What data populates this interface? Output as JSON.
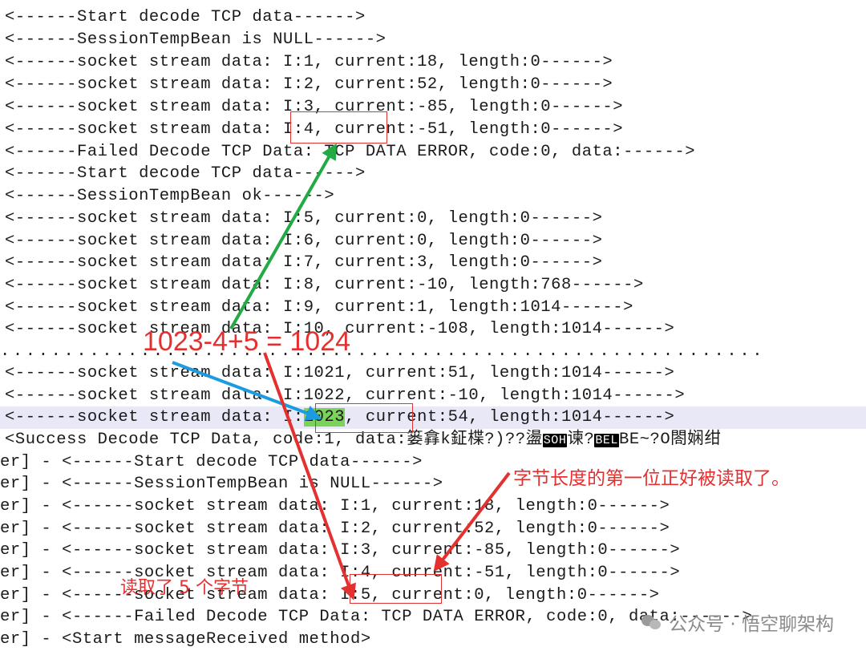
{
  "log_lines": [
    "<------Start decode TCP data------>",
    "<------SessionTempBean is NULL------>",
    "<------socket stream data: I:1, current:18, length:0------>",
    "<------socket stream data: I:2, current:52, length:0------>",
    "<------socket stream data: I:3, current:-85, length:0------>",
    "<------socket stream data: I:4, current:-51, length:0------>",
    "<------Failed Decode TCP Data: TCP DATA ERROR, code:0, data:------>",
    "<------Start decode TCP data------>",
    "<------SessionTempBean ok------>",
    "<------socket stream data: I:5, current:0, length:0------>",
    "<------socket stream data: I:6, current:0, length:0------>",
    "<------socket stream data: I:7, current:3, length:0------>",
    "<------socket stream data: I:8, current:-10, length:768------>",
    "<------socket stream data: I:9, current:1, length:1014------>",
    "<------socket stream data: I:10, current:-108, length:1014------>",
    "............................................................",
    "<------socket stream data: I:1021, current:51, length:1014------>",
    "<------socket stream data: I:1022, current:-10, length:1014------>"
  ],
  "highlight_line": {
    "prefix": "<------socket stream data: I:",
    "index": "1023",
    "suffix": ", current:54, length:1014------>"
  },
  "success_line": {
    "text": "<Success Decode TCP Data, code:1, data:",
    "garbled_1": "篓搻k鉦楪?)??盪",
    "ctl_1": "SOH",
    "garbled_2": "谏?",
    "ctl_2": "BEL",
    "garbled_3": "BE~?O閤娴绀"
  },
  "log_lines_2": [
    "er] - <------Start decode TCP data------>",
    "er] - <------SessionTempBean is NULL------>",
    "er] - <------socket stream data: I:1, current:18, length:0------>",
    "er] - <------socket stream data: I:2, current:52, length:0------>",
    "er] - <------socket stream data: I:3, current:-85, length:0------>",
    "er] - <------socket stream data: I:4, current:-51, length:0------>",
    "er] - <------socket stream data: I:5, current:0, length:0------>",
    "er] - <------Failed Decode TCP Data: TCP DATA ERROR, code:0, data:------>",
    "er] - <Start messageReceived method>"
  ],
  "annotations": {
    "formula": "1023-4+5 = 1024",
    "note_first_byte": "字节长度的第一位正好被读取了。",
    "note_read_five": "读取了 5 个字节"
  },
  "watermark": "公众号 · 悟空聊架构",
  "colors": {
    "annotation_red": "#e53030",
    "arrow_green": "#22aa44",
    "arrow_blue": "#1d9be0",
    "highlight_green": "#7cd35a",
    "highlight_row": "#e8e8f6"
  }
}
